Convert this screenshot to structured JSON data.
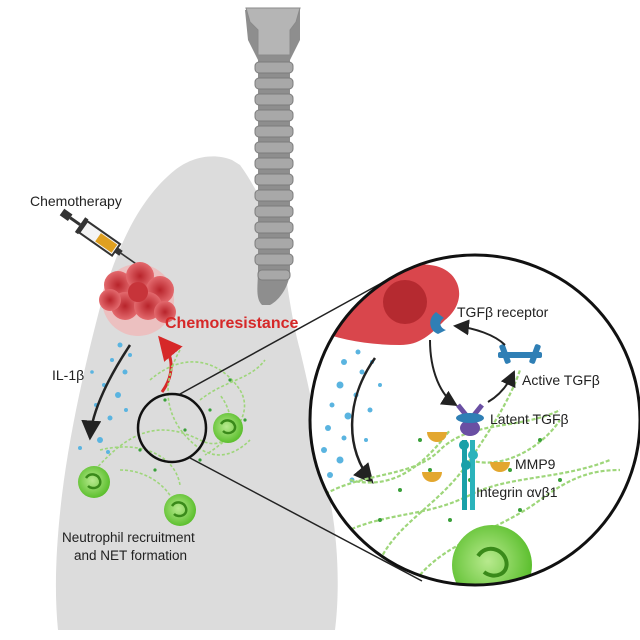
{
  "labels": {
    "chemotherapy": "Chemotherapy",
    "chemoresistance": "Chemoresistance",
    "il1b": "IL-1β",
    "neutrophil_line1": "Neutrophil recruitment",
    "neutrophil_line2": "and NET formation",
    "tgfb_receptor": "TGFβ receptor",
    "active_tgfb": "Active TGFβ",
    "latent_tgfb": "Latent TGFβ",
    "mmp9": "MMP9",
    "integrin": "Integrin αvβ1"
  },
  "colors": {
    "lung": "#dcdcdc",
    "trachea": "#9a9a9a",
    "tumor": "#d9464c",
    "neutrophil": "#7ecf4a",
    "net_fiber": "#9ed67a",
    "il1b_dots": "#5ab4e0",
    "receptor": "#2f7fb5",
    "mmp9": "#e3a72f",
    "latent_tgfb": "#6a4fa3",
    "integrin": "#1aa0a8",
    "accent_red": "#d62828"
  }
}
